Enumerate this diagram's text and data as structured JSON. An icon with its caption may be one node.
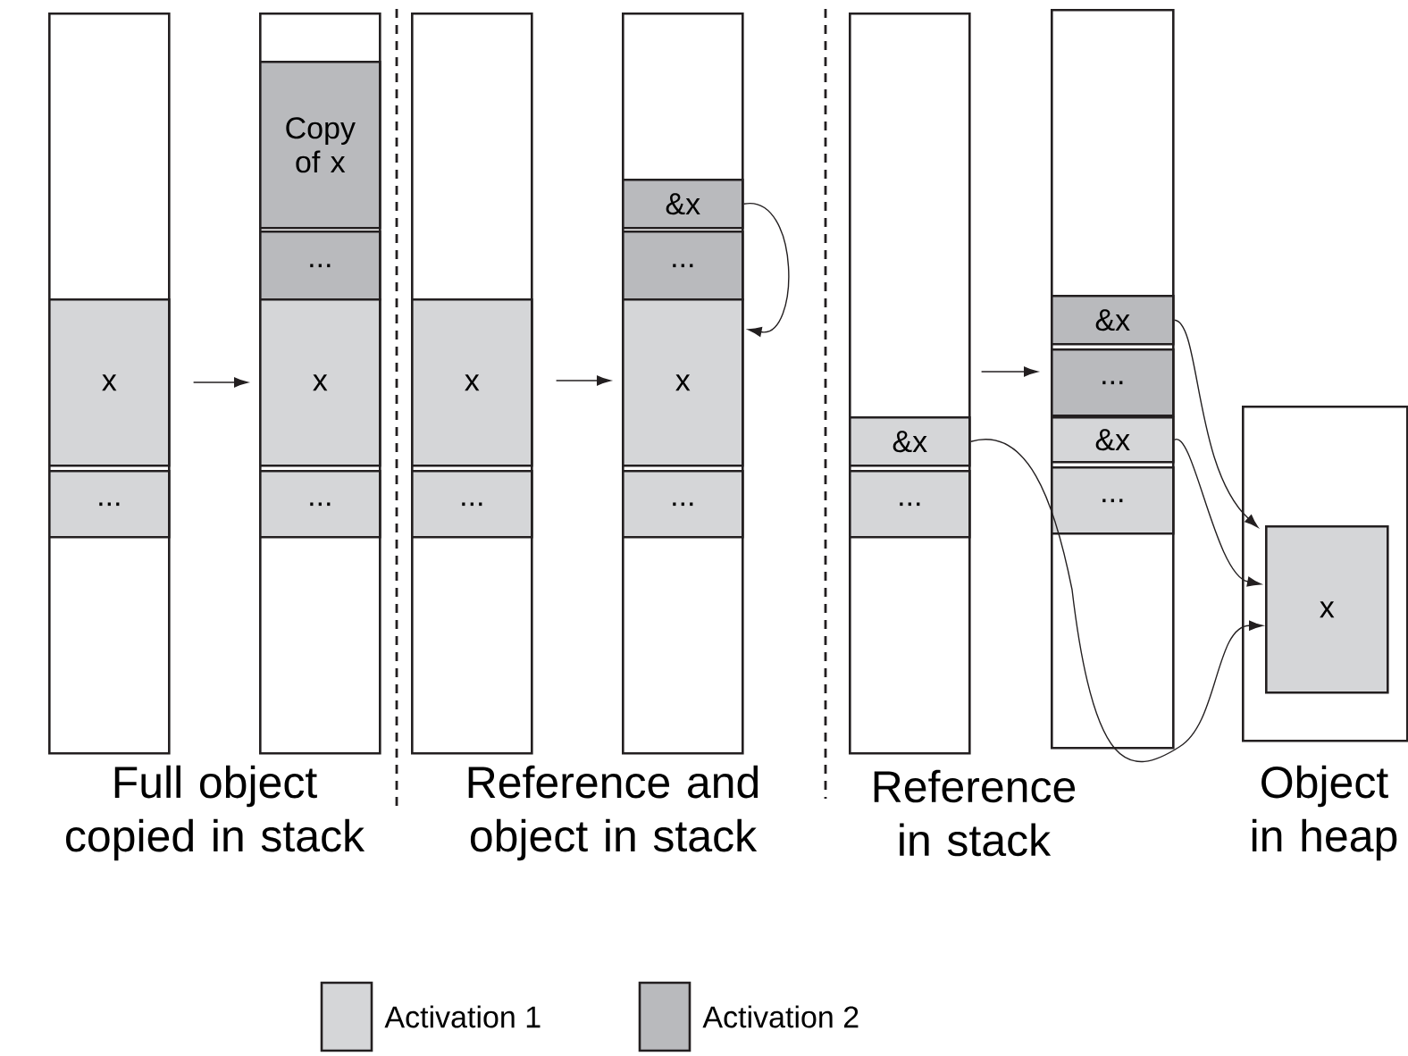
{
  "diagram": {
    "nodes": [
      {
        "text": [],
        "shape": "box"
      },
      {
        "text": [
          "x"
        ],
        "in": 0
      },
      {
        "text": [
          "..."
        ],
        "in": 0
      },
      {
        "text": [],
        "shape": "box"
      },
      {
        "text": [
          "Copy of x"
        ],
        "in": 3
      },
      {
        "text": [
          "..."
        ],
        "in": 3
      },
      {
        "text": [
          "x"
        ],
        "in": 3
      },
      {
        "text": [
          "..."
        ],
        "in": 3
      },
      {
        "text": [],
        "shape": "box"
      },
      {
        "text": [
          "x"
        ],
        "in": 8
      },
      {
        "text": [
          "..."
        ],
        "in": 8
      },
      {
        "text": [],
        "shape": "box"
      },
      {
        "text": [
          "&x"
        ],
        "in": 11
      },
      {
        "text": [
          "..."
        ],
        "in": 11
      },
      {
        "text": [
          "x"
        ],
        "in": 11
      },
      {
        "text": [
          "..."
        ],
        "in": 11
      },
      {
        "text": [],
        "shape": "box"
      },
      {
        "text": [
          "&x"
        ],
        "in": 16
      },
      {
        "text": [
          "..."
        ],
        "in": 16
      },
      {
        "text": [],
        "shape": "box"
      },
      {
        "text": [
          "&x"
        ],
        "in": 19
      },
      {
        "text": [
          "..."
        ],
        "in": 19
      },
      {
        "text": [
          "&x"
        ],
        "in": 19
      },
      {
        "text": [
          "..."
        ],
        "in": 19
      },
      {
        "text": [],
        "shape": "box"
      },
      {
        "text": [
          "x"
        ],
        "in": 24
      }
    ],
    "edges": [
      {
        "from": 0,
        "to": 3,
        "arrow": "to"
      },
      {
        "from": 8,
        "to": 11,
        "arrow": "to"
      },
      {
        "from": 12,
        "to": 14,
        "arrow": "to"
      },
      {
        "from": 16,
        "to": 19,
        "arrow": "to"
      },
      {
        "from": 17,
        "to": 25,
        "arrow": "to"
      },
      {
        "from": 20,
        "to": 25,
        "arrow": "to"
      },
      {
        "from": 22,
        "to": 25,
        "arrow": "to"
      }
    ],
    "labels": [
      "Full object copied in stack",
      "Reference and object in stack",
      "Reference in stack",
      "Object in heap"
    ],
    "legend": [
      {
        "text": "Activation 1",
        "color": "#d5d6d8"
      },
      {
        "text": "Activation 2",
        "color": "#b9babd"
      }
    ]
  }
}
